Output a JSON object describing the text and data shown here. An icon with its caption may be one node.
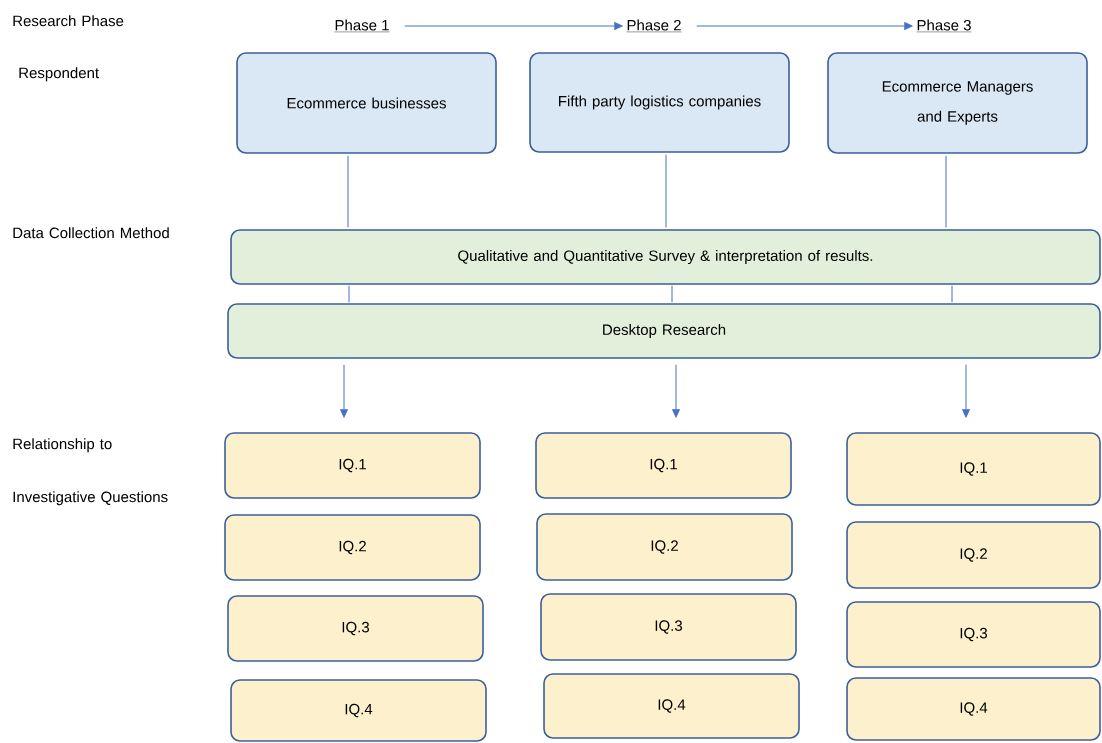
{
  "diagram": {
    "nodes": [
      {
        "text": [
          "Phase 1"
        ]
      },
      {
        "text": [
          "Phase 2"
        ]
      },
      {
        "text": [
          "Phase 3"
        ]
      },
      {
        "text": [
          "Ecommerce businesses"
        ]
      },
      {
        "text": [
          "Fifth party logistics companies"
        ]
      },
      {
        "text": [
          "Ecommerce Managers and Experts"
        ]
      },
      {
        "text": [
          "Qualitative and Quantitative Survey & interpretation of results."
        ]
      },
      {
        "text": [
          "Desktop Research"
        ]
      },
      {
        "text": [
          "IQ.1"
        ]
      },
      {
        "text": [
          "IQ.1"
        ]
      },
      {
        "text": [
          "IQ.1"
        ]
      },
      {
        "text": [
          "IQ.2"
        ]
      },
      {
        "text": [
          "IQ.2"
        ]
      },
      {
        "text": [
          "IQ.2"
        ]
      },
      {
        "text": [
          "IQ.3"
        ]
      },
      {
        "text": [
          "IQ.3"
        ]
      },
      {
        "text": [
          "IQ.3"
        ]
      },
      {
        "text": [
          "IQ.4"
        ]
      },
      {
        "text": [
          "IQ.4"
        ]
      },
      {
        "text": [
          "IQ.4"
        ]
      }
    ],
    "edges": [
      {
        "from": 0,
        "to": 1,
        "arrow": "to"
      },
      {
        "from": 1,
        "to": 2,
        "arrow": "to"
      },
      {
        "from": 3,
        "to": 6,
        "arrow": "none"
      },
      {
        "from": 4,
        "to": 6,
        "arrow": "none"
      },
      {
        "from": 5,
        "to": 6,
        "arrow": "none"
      },
      {
        "from": 6,
        "to": 7,
        "arrow": "none"
      },
      {
        "from": 6,
        "to": 7,
        "arrow": "none"
      },
      {
        "from": 6,
        "to": 7,
        "arrow": "none"
      },
      {
        "from": 7,
        "to": 8,
        "arrow": "to"
      },
      {
        "from": 7,
        "to": 9,
        "arrow": "to"
      },
      {
        "from": 7,
        "to": 10,
        "arrow": "to"
      }
    ],
    "labels": [
      "Research Phase",
      "Respondent",
      "Data Collection Method",
      "Relationship to Investigative Questions"
    ]
  }
}
